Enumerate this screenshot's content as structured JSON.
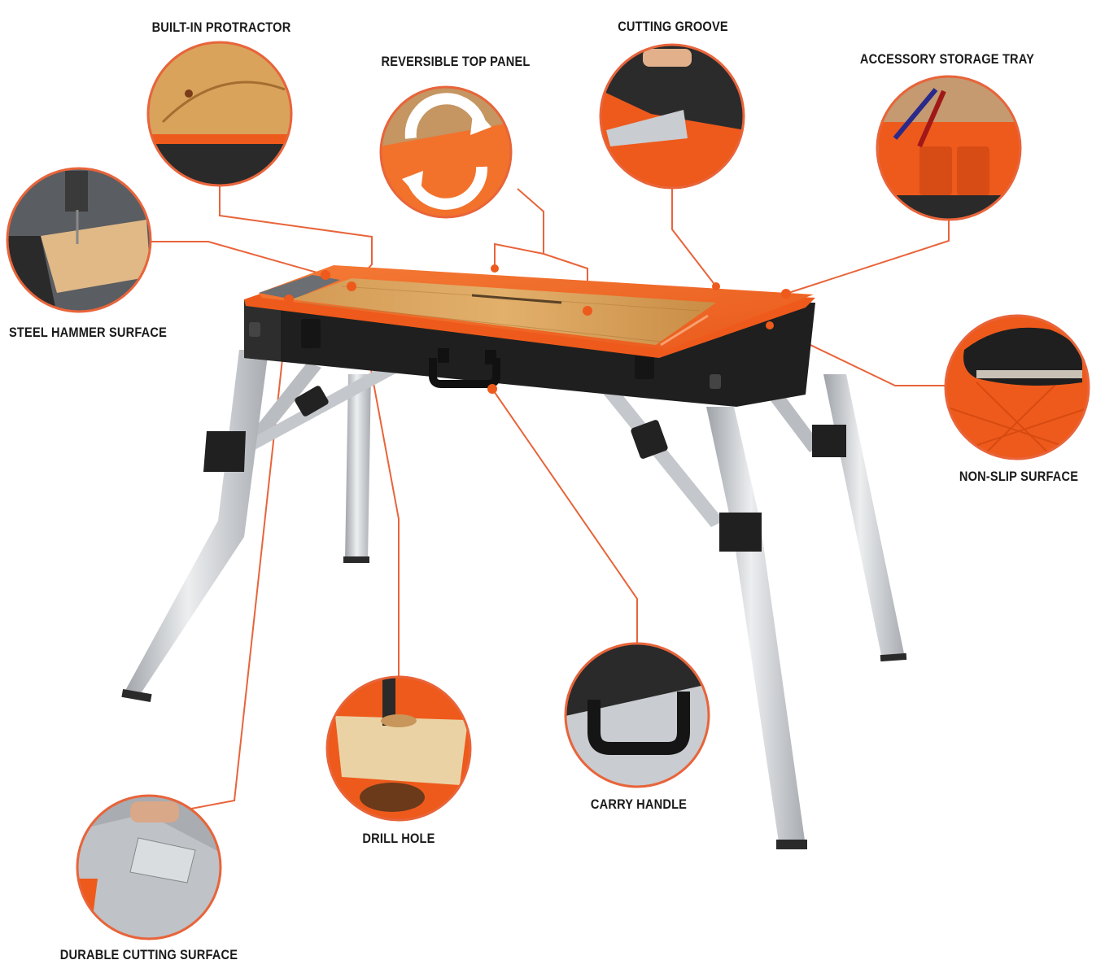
{
  "features": [
    {
      "id": "built-in-protractor",
      "label": "BUILT-IN PROTRACTOR"
    },
    {
      "id": "reversible-top-panel",
      "label": "REVERSIBLE TOP PANEL"
    },
    {
      "id": "cutting-groove",
      "label": "CUTTING GROOVE"
    },
    {
      "id": "accessory-storage-tray",
      "label": "ACCESSORY STORAGE TRAY"
    },
    {
      "id": "steel-hammer-surface",
      "label": "STEEL HAMMER SURFACE"
    },
    {
      "id": "non-slip-surface",
      "label": "NON-SLIP SURFACE"
    },
    {
      "id": "carry-handle",
      "label": "CARRY HANDLE"
    },
    {
      "id": "drill-hole",
      "label": "DRILL HOLE"
    },
    {
      "id": "durable-cutting-surface",
      "label": "DURABLE CUTTING SURFACE"
    }
  ],
  "colors": {
    "accent": "#f05a22",
    "bench_orange": "#f26b2a",
    "wood": "#d9a35c",
    "frame_black": "#1f1f1f",
    "leg_silver": "#c9ccd0"
  }
}
